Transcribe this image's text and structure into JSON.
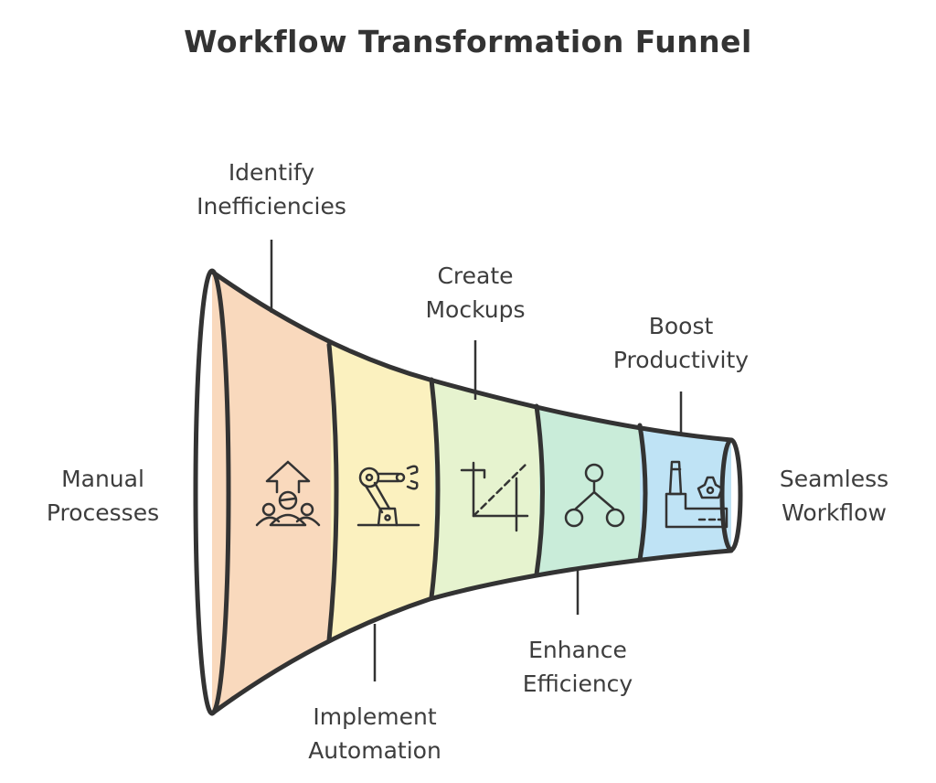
{
  "title": "Workflow Transformation Funnel",
  "stages": [
    {
      "label_line1": "Manual",
      "label_line2": "Processes",
      "icon": "team-growth-icon",
      "color": "#f9d9bd"
    },
    {
      "label_line1": "Identify",
      "label_line2": "Inefficiencies",
      "icon": "robotic-arm-icon",
      "color": "#fbf1bf"
    },
    {
      "label_line1": "Implement",
      "label_line2": "Automation",
      "icon": "crop-icon",
      "color": "#e6f3cf"
    },
    {
      "label_line1": "Create",
      "label_line2": "Mockups",
      "icon": "hierarchy-icon",
      "color": "#c9ecd9"
    },
    {
      "label_line1": "Enhance",
      "label_line2": "Efficiency",
      "icon": "factory-gear-icon",
      "color": "#bfe3f5"
    },
    {
      "label_line1": "Boost",
      "label_line2": "Productivity"
    },
    {
      "label_line1": "Seamless",
      "label_line2": "Workflow"
    }
  ]
}
